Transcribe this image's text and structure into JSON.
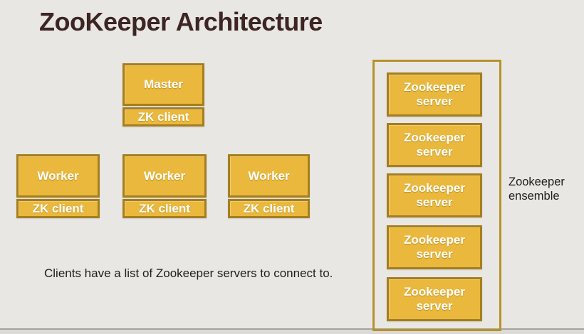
{
  "title": "ZooKeeper Architecture",
  "caption": "Clients have a list of Zookeeper servers to connect to.",
  "master": {
    "label": "Master",
    "client_label": "ZK client"
  },
  "workers": [
    {
      "label": "Worker",
      "client_label": "ZK client"
    },
    {
      "label": "Worker",
      "client_label": "ZK client"
    },
    {
      "label": "Worker",
      "client_label": "ZK client"
    }
  ],
  "ensemble": {
    "label_line1": "Zookeeper",
    "label_line2": "ensemble",
    "servers": [
      "Zookeeper server",
      "Zookeeper server",
      "Zookeeper server",
      "Zookeeper server",
      "Zookeeper server"
    ]
  },
  "colors": {
    "background": "#E9E7E4",
    "box_fill": "#E9B83D",
    "box_border": "#A57E1E",
    "ensemble_border": "#B6922A",
    "title_color": "#3C2523",
    "body_text_color": "#1E1E1C",
    "box_text_color": "#FFFFFF"
  }
}
